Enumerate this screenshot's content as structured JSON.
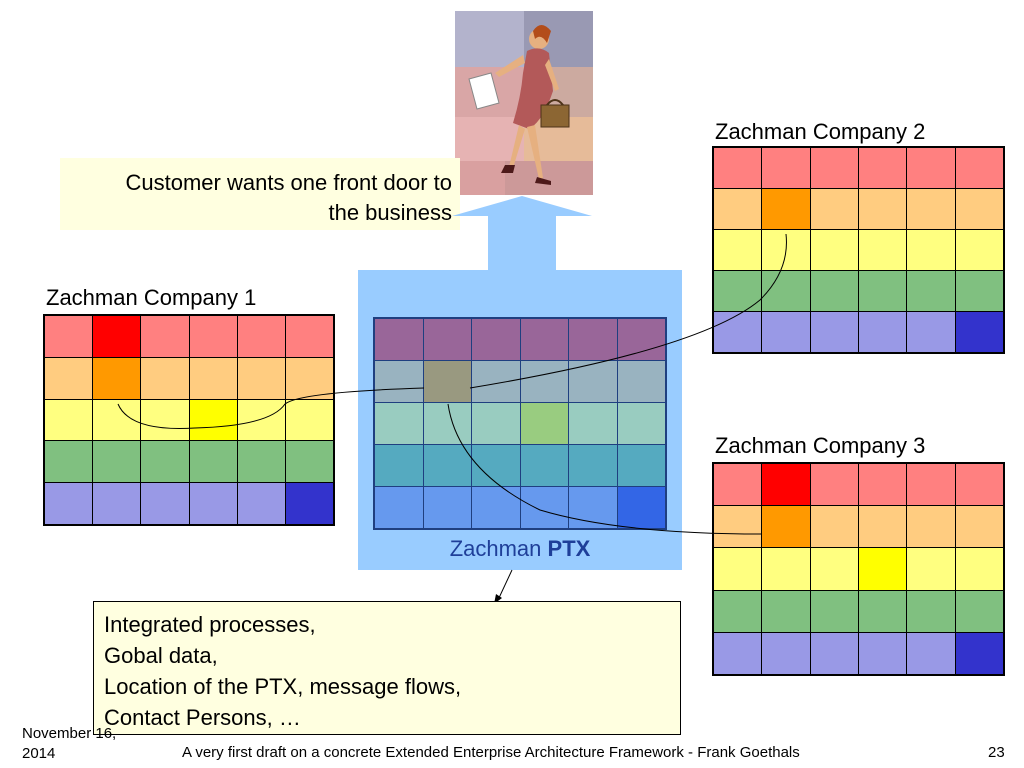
{
  "customer_note": {
    "line1": "Customer wants one front door to",
    "line2": "the business"
  },
  "companies": {
    "company1": "Zachman Company 1",
    "company2": "Zachman Company 2",
    "company3": "Zachman Company 3"
  },
  "ptx": {
    "caption_prefix": "Zachman ",
    "caption_bold": "PTX"
  },
  "info_box": {
    "lines": [
      "Integrated processes,",
      "Gobal data,",
      "Location of the PTX, message flows,",
      "Contact Persons, …"
    ]
  },
  "footer": {
    "date_line1": "November 16,",
    "date_line2": "2014",
    "title": "A very first draft on a concrete Extended Enterprise Architecture Framework - Frank Goethals",
    "page": "23"
  },
  "colors": {
    "row_red": "#ff8080",
    "row_orange": "#ffcc80",
    "row_yellow": "#ffff80",
    "row_green": "#80c080",
    "row_purple": "#9999e6",
    "hi_red": "#ff0000",
    "hi_orange": "#ff9900",
    "hi_yellow": "#ffff00",
    "hi_blue": "#3333cc",
    "ptx_row1": "#996699",
    "ptx_row2": "#99b3c0",
    "ptx_row3": "#99ccc0",
    "ptx_row4": "#55aac0",
    "ptx_row5": "#6699ee",
    "ptx_hi_gray": "#999980",
    "ptx_hi_green": "#99cc80",
    "ptx_hi_blue": "#3366e6",
    "arrow": "#99ccff",
    "ptx_panel": "#99ccff",
    "note_bg": "#ffffe0"
  },
  "grids": {
    "company1": {
      "rows": [
        "row_red",
        "row_orange",
        "row_yellow",
        "row_green",
        "row_purple"
      ],
      "highlights": [
        [
          0,
          1,
          "hi_red"
        ],
        [
          1,
          1,
          "hi_orange"
        ],
        [
          2,
          3,
          "hi_yellow"
        ],
        [
          4,
          5,
          "hi_blue"
        ]
      ]
    },
    "company2": {
      "rows": [
        "row_red",
        "row_orange",
        "row_yellow",
        "row_green",
        "row_purple"
      ],
      "highlights": [
        [
          1,
          1,
          "hi_orange"
        ],
        [
          4,
          5,
          "hi_blue"
        ]
      ]
    },
    "company3": {
      "rows": [
        "row_red",
        "row_orange",
        "row_yellow",
        "row_green",
        "row_purple"
      ],
      "highlights": [
        [
          0,
          1,
          "hi_red"
        ],
        [
          1,
          1,
          "hi_orange"
        ],
        [
          2,
          3,
          "hi_yellow"
        ],
        [
          4,
          5,
          "hi_blue"
        ]
      ]
    },
    "ptx": {
      "rows": [
        "ptx_row1",
        "ptx_row2",
        "ptx_row3",
        "ptx_row4",
        "ptx_row5"
      ],
      "highlights": [
        [
          1,
          1,
          "ptx_hi_gray"
        ],
        [
          2,
          3,
          "ptx_hi_green"
        ],
        [
          4,
          5,
          "ptx_hi_blue"
        ]
      ]
    }
  }
}
